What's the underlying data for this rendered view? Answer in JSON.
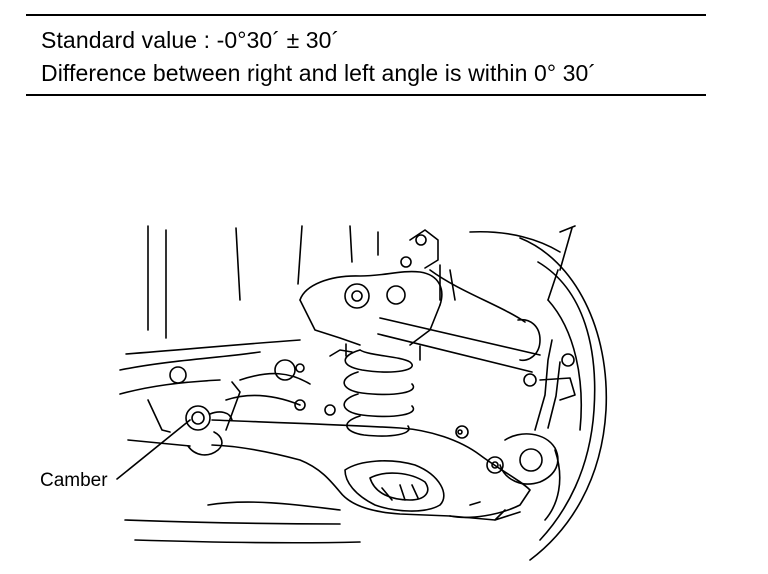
{
  "spec": {
    "line1": "Standard value :  -0°30´ ± 30´",
    "line2": "Difference between right and left angle is within 0° 30´"
  },
  "illustration": {
    "callout_label": "Camber"
  }
}
